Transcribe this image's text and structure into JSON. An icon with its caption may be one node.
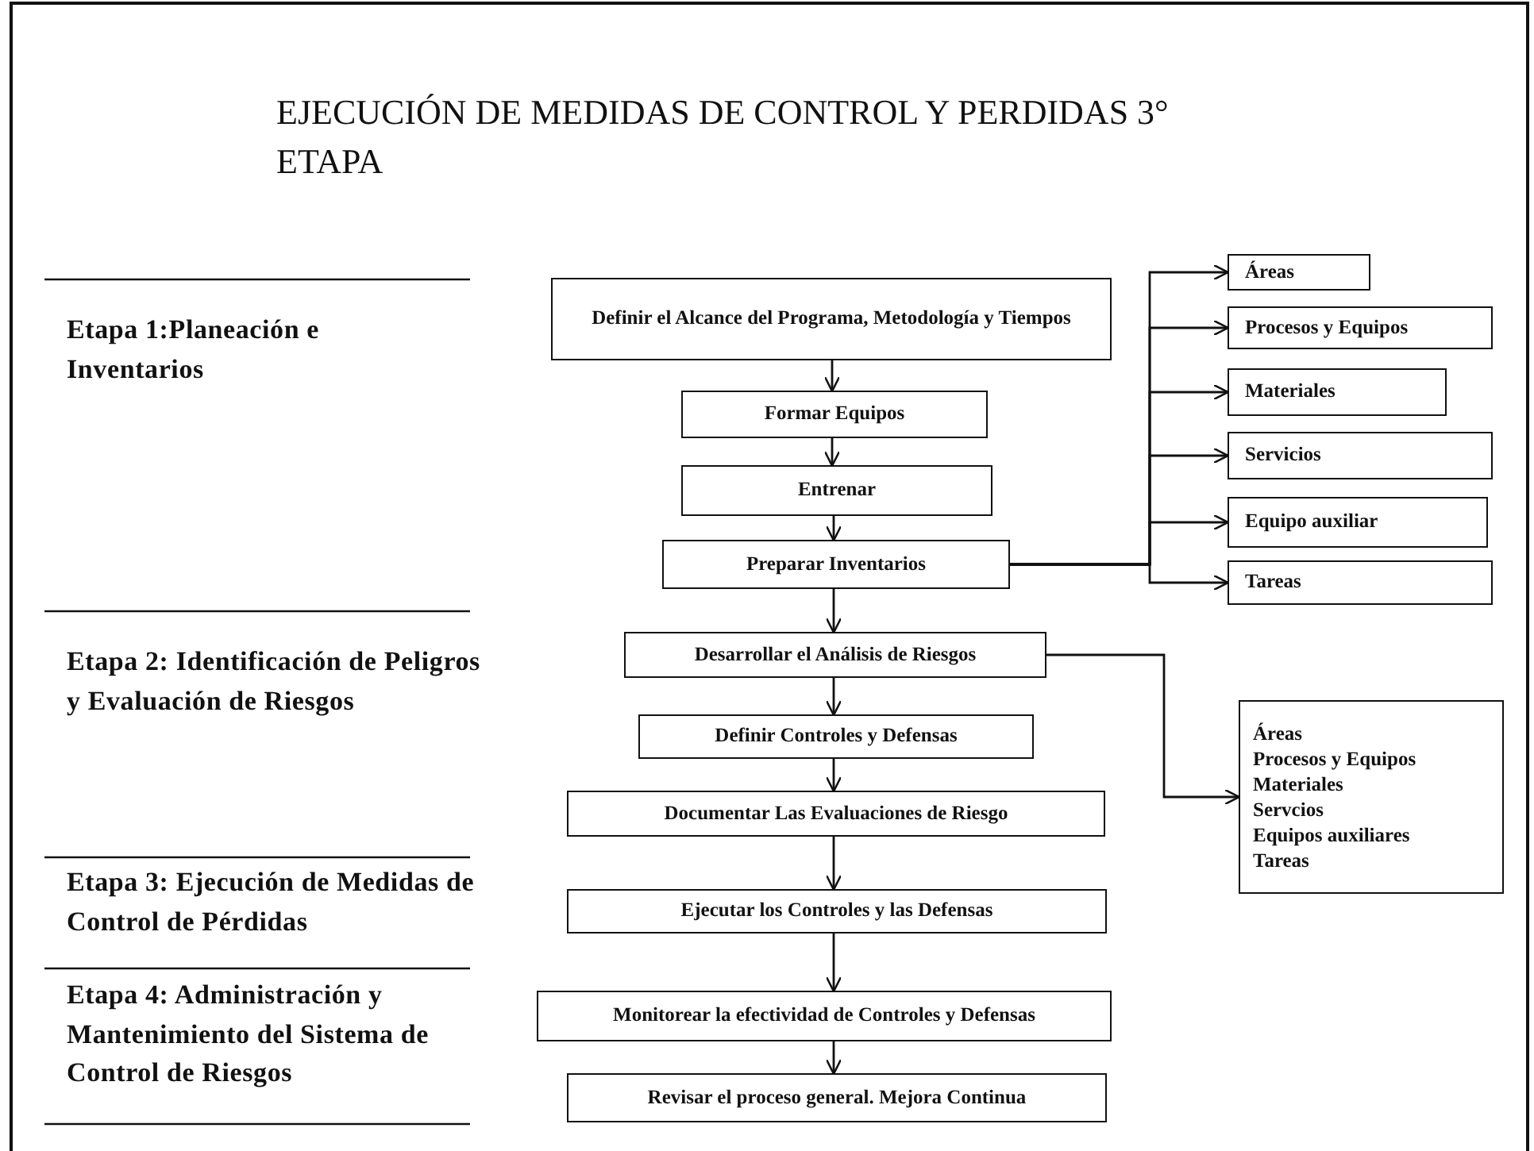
{
  "diagram": {
    "title": "EJECUCIÓN DE MEDIDAS DE CONTROL Y PERDIDAS 3° ETAPA",
    "nodes": [
      {
        "text": [
          "Definir el Alcance del Programa, Metodología y Tiempos"
        ]
      },
      {
        "text": [
          "Formar  Equipos"
        ]
      },
      {
        "text": [
          "Entrenar"
        ]
      },
      {
        "text": [
          "Preparar Inventarios"
        ]
      },
      {
        "text": [
          "Desarrollar el Análisis de Riesgos"
        ]
      },
      {
        "text": [
          "Definir Controles y Defensas"
        ]
      },
      {
        "text": [
          "Documentar Las Evaluaciones de Riesgo"
        ]
      },
      {
        "text": [
          "Ejecutar los  Controles y las Defensas"
        ]
      },
      {
        "text": [
          "Monitorear la efectividad de Controles y Defensas"
        ]
      },
      {
        "text": [
          "Revisar el proceso general. Mejora Continua"
        ]
      },
      {
        "text": [
          "Áreas"
        ]
      },
      {
        "text": [
          "Procesos y Equipos"
        ]
      },
      {
        "text": [
          "Materiales"
        ]
      },
      {
        "text": [
          "Servicios"
        ]
      },
      {
        "text": [
          "Equipo auxiliar"
        ]
      },
      {
        "text": [
          "Tareas"
        ]
      },
      {
        "text": [
          "Áreas",
          "Procesos y Equipos",
          "Materiales",
          "Servcios",
          "Equipos auxiliares",
          "Tareas"
        ]
      }
    ],
    "edges": [
      {
        "from": 0,
        "to": 1,
        "arrow": "to"
      },
      {
        "from": 1,
        "to": 2,
        "arrow": "to"
      },
      {
        "from": 2,
        "to": 3,
        "arrow": "to"
      },
      {
        "from": 3,
        "to": 4,
        "arrow": "to"
      },
      {
        "from": 4,
        "to": 5,
        "arrow": "to"
      },
      {
        "from": 5,
        "to": 6,
        "arrow": "to"
      },
      {
        "from": 6,
        "to": 7,
        "arrow": "to"
      },
      {
        "from": 7,
        "to": 8,
        "arrow": "to"
      },
      {
        "from": 8,
        "to": 9,
        "arrow": "to"
      },
      {
        "from": 3,
        "to": 10,
        "arrow": "to"
      },
      {
        "from": 3,
        "to": 11,
        "arrow": "to"
      },
      {
        "from": 3,
        "to": 12,
        "arrow": "to"
      },
      {
        "from": 3,
        "to": 13,
        "arrow": "to"
      },
      {
        "from": 3,
        "to": 14,
        "arrow": "to"
      },
      {
        "from": 3,
        "to": 15,
        "arrow": "to"
      },
      {
        "from": 4,
        "to": 16,
        "arrow": "to"
      }
    ],
    "labels": [
      "Etapa 1:Planeación e Inventarios",
      "Etapa 2: Identificación de Peligros y  Evaluación de Riesgos",
      "Etapa 3: Ejecución de Medidas de Control de Pérdidas",
      "Etapa 4: Administración y Mantenimiento del Sistema de Control de Riesgos"
    ]
  }
}
